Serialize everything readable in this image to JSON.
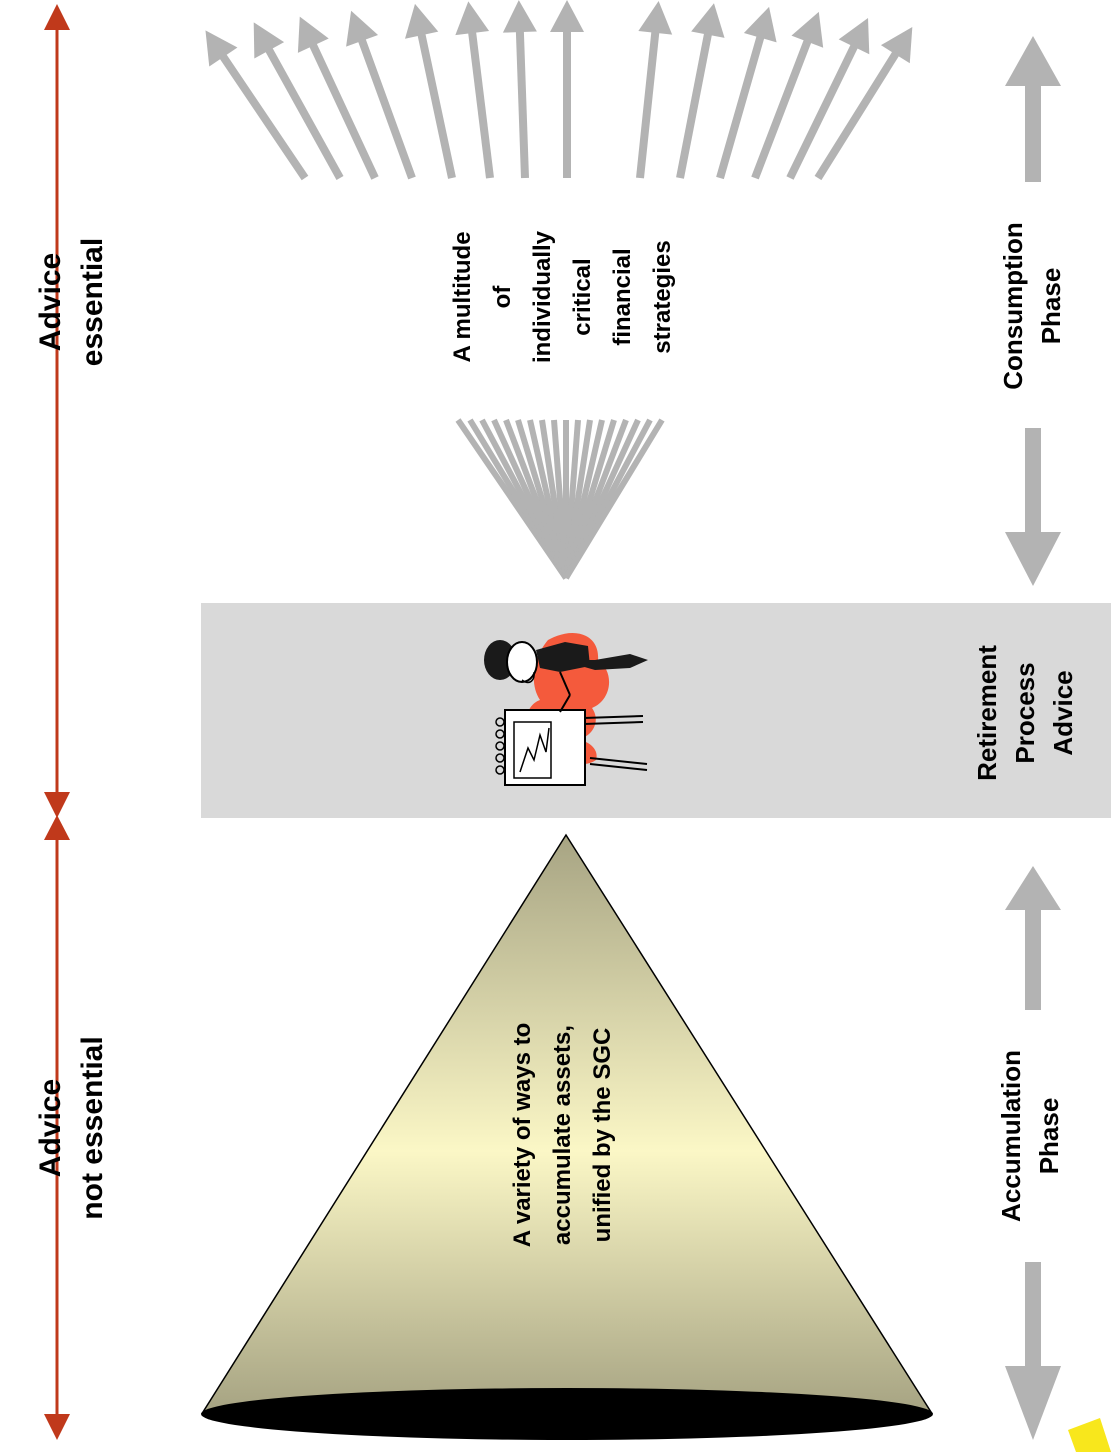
{
  "diagram": {
    "advice_not_essential": {
      "line1": "Advice",
      "line2": "not essential"
    },
    "advice_essential": {
      "line1": "Advice",
      "line2": "essential"
    },
    "cone_text": {
      "line1": "A variety of ways to",
      "line2": "accumulate assets,",
      "line3": "unified by the SGC"
    },
    "strategies_text": {
      "line1": "A multitude",
      "line2": "of",
      "line3": "individually",
      "line4": "critical",
      "line5": "financial",
      "line6": "strategies"
    },
    "retirement_text": {
      "line1": "Retirement",
      "line2": "Process",
      "line3": "Advice"
    },
    "accumulation_text": {
      "line1": "Accumulation",
      "line2": "Phase"
    },
    "consumption_text": {
      "line1": "Consumption",
      "line2": "Phase"
    },
    "colors": {
      "timeline_red": "#c0391b",
      "arrow_gray": "#b3b3b3",
      "band_gray": "#d9d9d9",
      "cone_light": "#fbf7c6",
      "cone_dark": "#a7a483",
      "presenter_accent": "#f45a3c"
    }
  }
}
